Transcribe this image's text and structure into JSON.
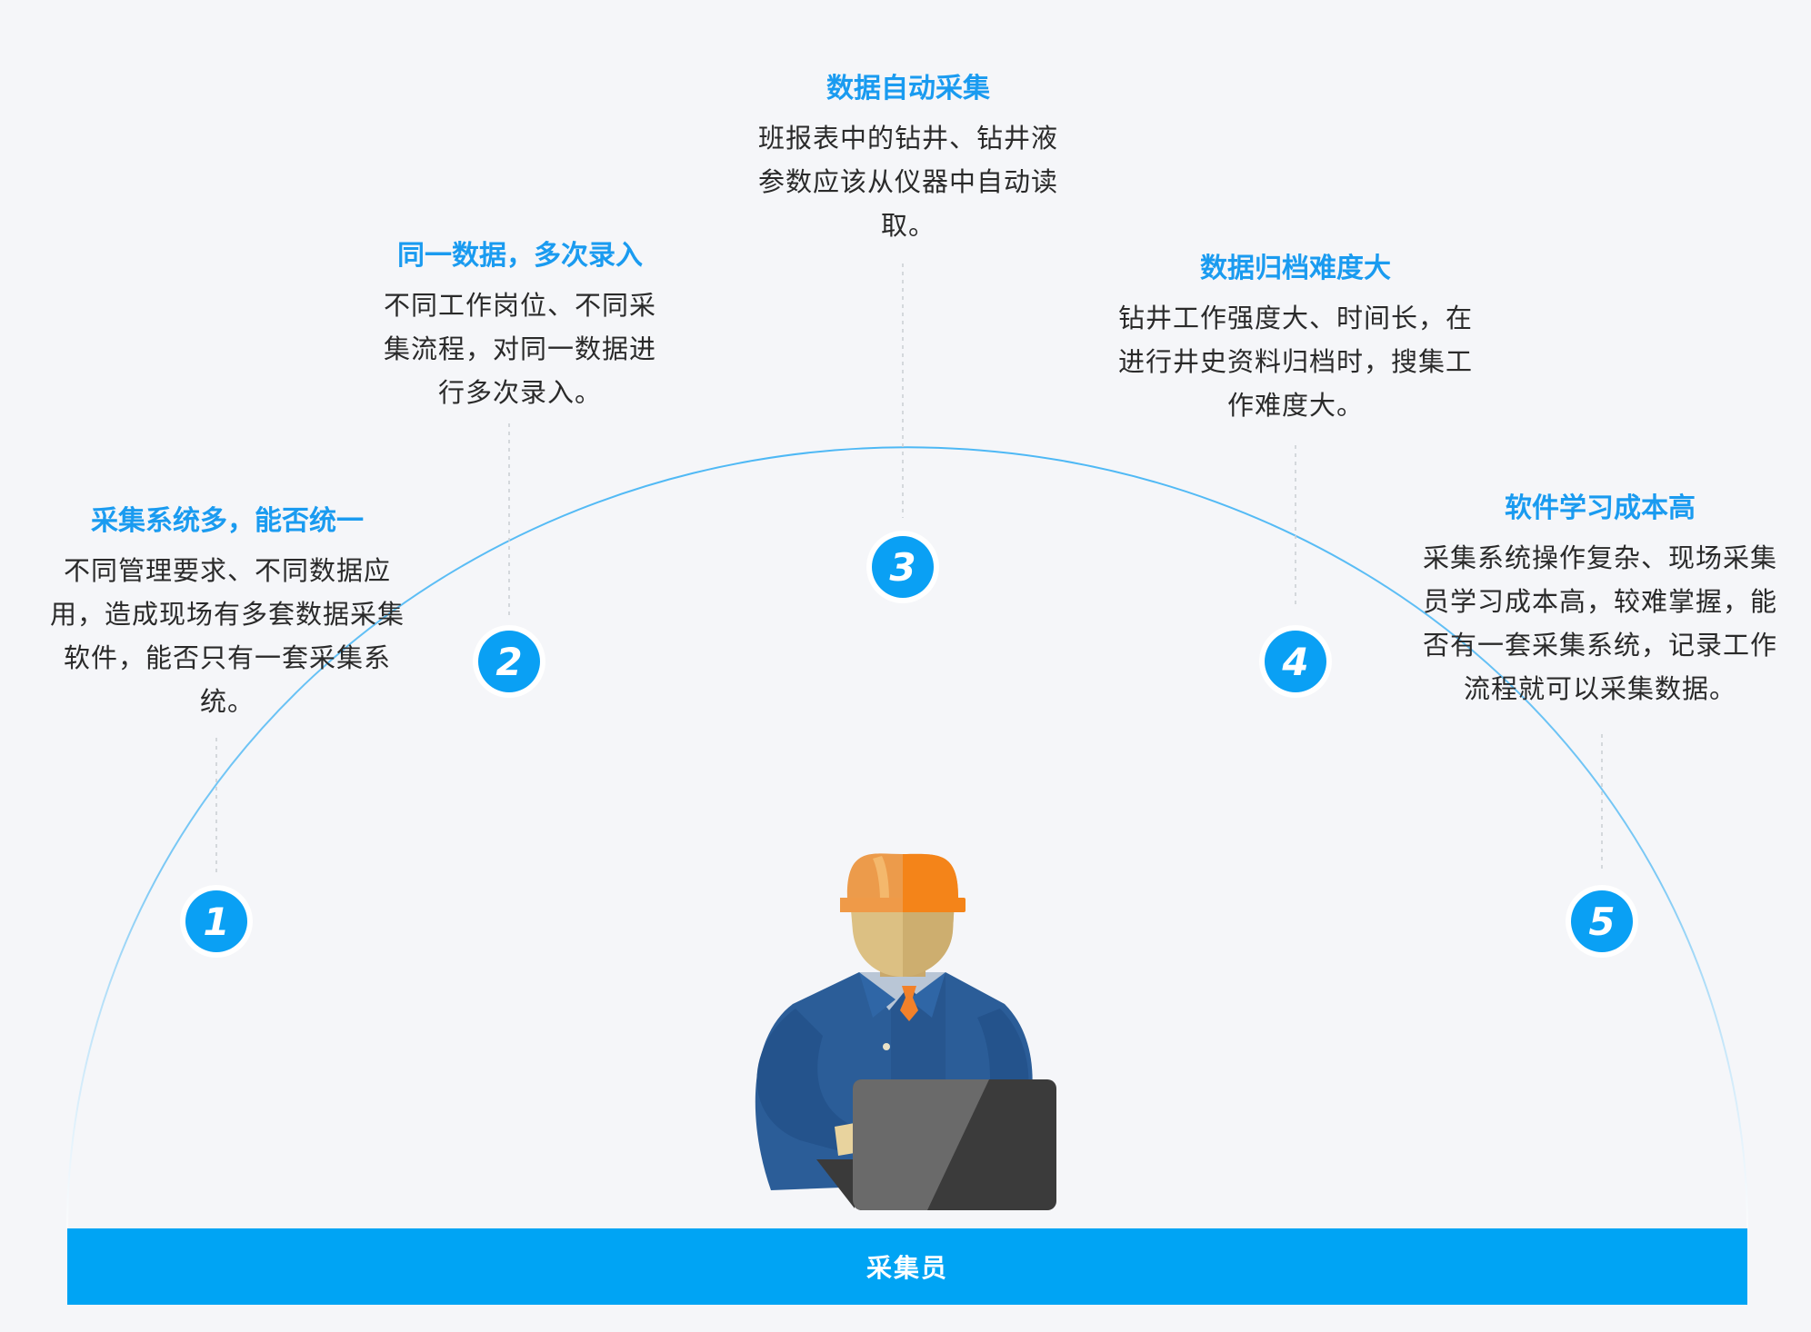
{
  "colors": {
    "accent": "#1a9bf0",
    "marker": "#0aa0f4",
    "bar": "#00a4f4",
    "background": "#f5f6f9"
  },
  "points": [
    {
      "number": "1",
      "title": "采集系统多，能否统一",
      "desc": "不同管理要求、不同数据应用，造成现场有多套数据采集软件，能否只有一套采集系统。"
    },
    {
      "number": "2",
      "title": "同一数据，多次录入",
      "desc": "不同工作岗位、不同采集流程，对同一数据进行多次录入。"
    },
    {
      "number": "3",
      "title": "数据自动采集",
      "desc": "班报表中的钻井、钻井液参数应该从仪器中自动读取。"
    },
    {
      "number": "4",
      "title": "数据归档难度大",
      "desc": "钻井工作强度大、时间长，在进行井史资料归档时，搜集工作难度大。"
    },
    {
      "number": "5",
      "title": "软件学习成本高",
      "desc": "采集系统操作复杂、现场采集员学习成本高，较难掌握，能否有一套采集系统，记录工作流程就可以采集数据。"
    }
  ],
  "footer": {
    "label": "采集员"
  },
  "figure": {
    "icon": "worker-with-laptop-icon"
  }
}
